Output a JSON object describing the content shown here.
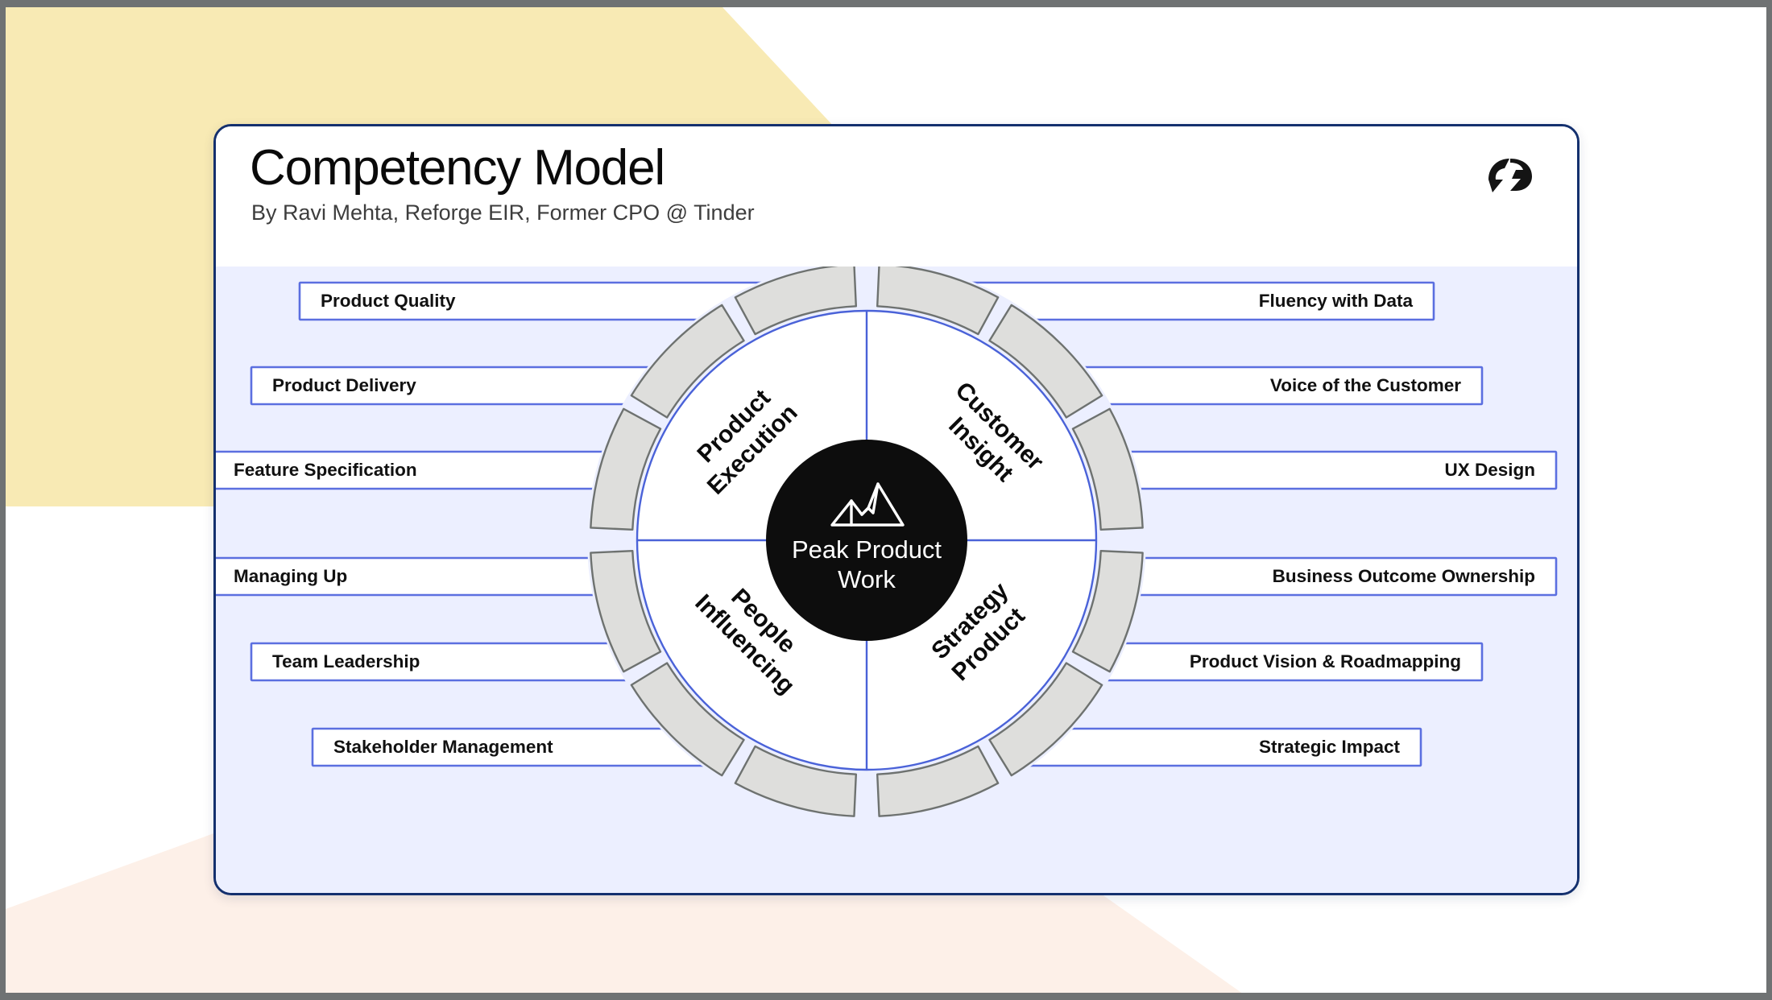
{
  "header": {
    "title": "Competency Model",
    "subtitle": "By Ravi Mehta, Reforge EIR, Former CPO @ Tinder",
    "logo_icon": "reforge-logo-icon"
  },
  "core": {
    "icon": "mountain-peak-icon",
    "line1": "Peak Product",
    "line2": "Work"
  },
  "quadrants": [
    {
      "id": "product-execution",
      "line1": "Product",
      "line2": "Execution"
    },
    {
      "id": "customer-insight",
      "line1": "Customer",
      "line2": "Insight"
    },
    {
      "id": "influencing-people",
      "line1": "Influencing",
      "line2": "People"
    },
    {
      "id": "product-strategy",
      "line1": "Product",
      "line2": "Strategy"
    }
  ],
  "competencies": {
    "left": [
      "Product Quality",
      "Product Delivery",
      "Feature Specification",
      "Managing Up",
      "Team Leadership",
      "Stakeholder Management"
    ],
    "right": [
      "Fluency with Data",
      "Voice of the Customer",
      "UX Design",
      "Business Outcome Ownership",
      "Product Vision & Roadmapping",
      "Strategic Impact"
    ]
  },
  "colors": {
    "card_border": "#14306e",
    "panel_bg": "#ecefff",
    "label_border": "#5b6fe0",
    "segment_fill": "#dededc",
    "segment_stroke": "#6e7270",
    "core_fill": "#0d0d0d",
    "bg_yellow": "#f8eab4",
    "bg_peach": "#fdf0e8"
  }
}
